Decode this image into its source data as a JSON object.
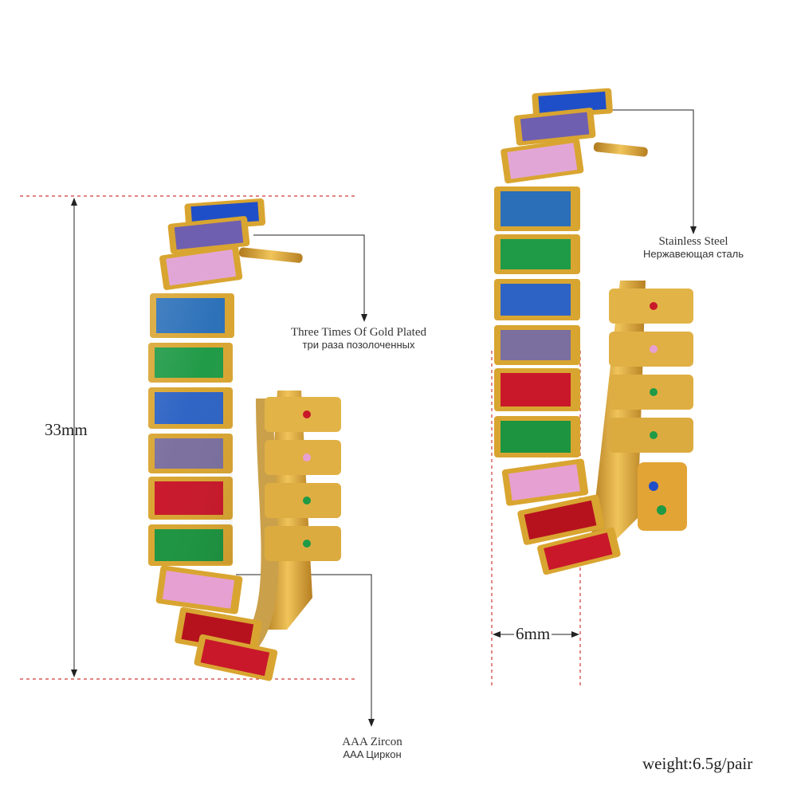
{
  "dimensions": {
    "height": "33mm",
    "width": "6mm"
  },
  "callouts": {
    "plating": {
      "en": "Three Times Of Gold Plated",
      "ru": "три раза позолоченных"
    },
    "material": {
      "en": "Stainless Steel",
      "ru": "Нержавеющая сталь"
    },
    "stone": {
      "en": "AAA Zircon",
      "ru": "AAA Циркон"
    }
  },
  "weight": "weight:6.5g/pair",
  "colors": {
    "gold": "#d9a531",
    "gold_dark": "#a8741a",
    "guide_line": "#d03a3a",
    "stones": [
      "#1f4fc8",
      "#6f5fb0",
      "#e2a6d6",
      "#2a6fb8",
      "#1f9a46",
      "#2d63c4",
      "#7a6f9e",
      "#c8182a",
      "#1c9440",
      "#e7a0d2",
      "#b5121e"
    ]
  }
}
